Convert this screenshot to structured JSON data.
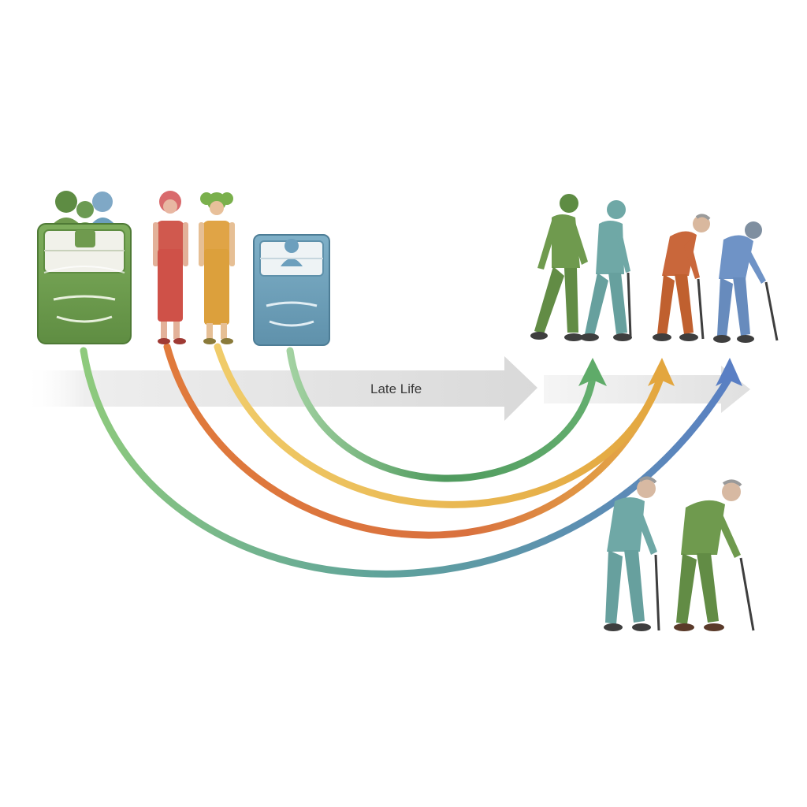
{
  "timeline": {
    "label": "Late Life"
  },
  "colors": {
    "green": "#6f9a4e",
    "red": "#d0594e",
    "orange": "#e0a446",
    "blue": "#6c9fbd",
    "teal": "#6fa8a6",
    "slate_blue": "#6f93c6",
    "rust": "#c9673b"
  },
  "early_life_groups": [
    {
      "name": "family-hospital-bed",
      "color": "green"
    },
    {
      "name": "woman-red",
      "color": "red"
    },
    {
      "name": "woman-orange",
      "color": "orange"
    },
    {
      "name": "person-hospital-bed",
      "color": "blue"
    }
  ],
  "late_life_groups": [
    {
      "name": "elder-green-walking",
      "color": "green"
    },
    {
      "name": "elder-teal-cane",
      "color": "teal"
    },
    {
      "name": "elder-orange-cane",
      "color": "rust"
    },
    {
      "name": "elder-blue-cane",
      "color": "slate_blue"
    },
    {
      "name": "elder-teal-cane-lower",
      "color": "teal"
    },
    {
      "name": "elder-green-cane-lower",
      "color": "green"
    }
  ]
}
